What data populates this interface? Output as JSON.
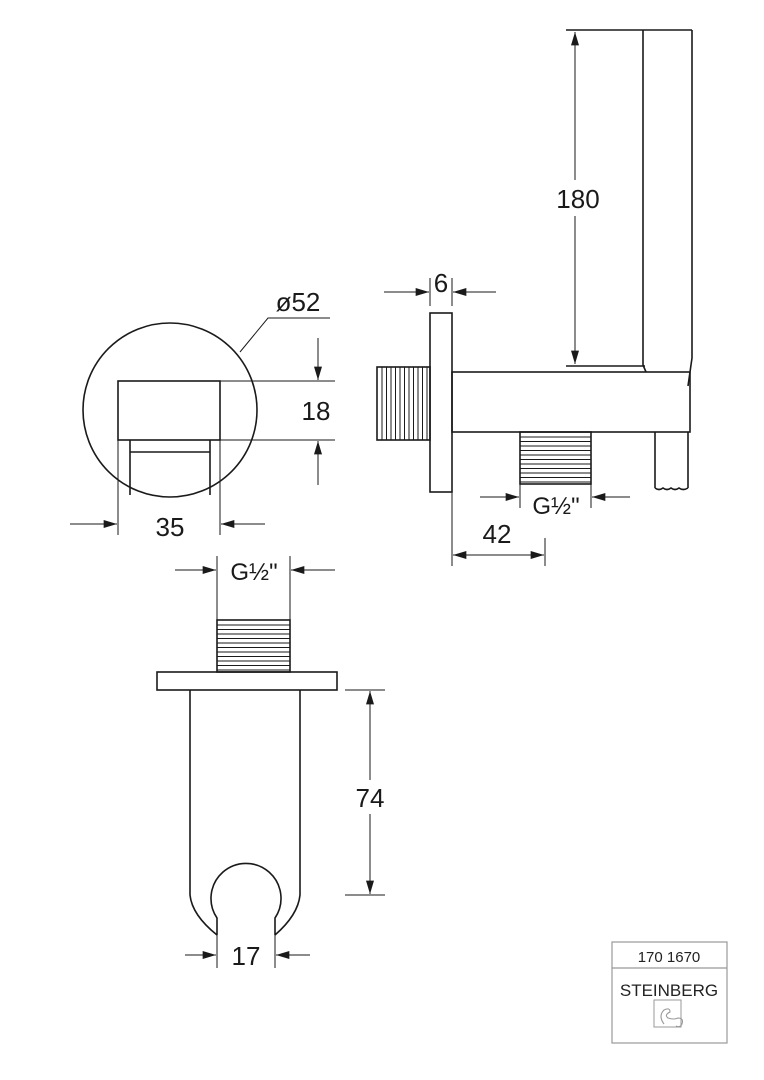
{
  "side_view": {
    "height_dim": "180",
    "flange_dim": "6",
    "thread_dim": "G½\"",
    "offset_dim": "42"
  },
  "front_view": {
    "diameter_dim": "ø52",
    "height_dim": "18",
    "width_dim": "35"
  },
  "bottom_view": {
    "thread_dim": "G½\"",
    "length_dim": "74",
    "hole_dim": "17"
  },
  "title_block": {
    "article_number": "170 1670",
    "brand": "STEINBERG"
  }
}
